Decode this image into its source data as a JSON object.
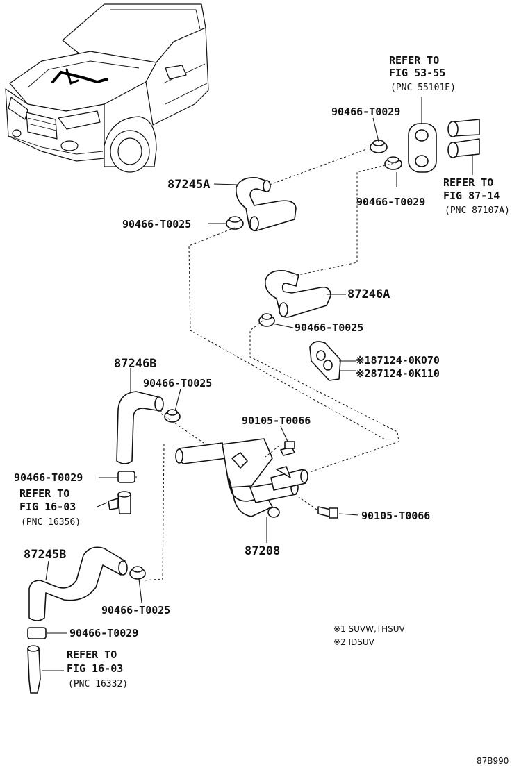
{
  "labels": {
    "hose_87245A": "87245A",
    "clamp_t0025_a": "90466-T0025",
    "clamp_t0029_a": "90466-T0029",
    "clamp_t0029_b": "90466-T0029",
    "refer_53_line1": "REFER TO",
    "refer_53_line2": "FIG 53-55",
    "refer_53_line3": "(PNC 55101E)",
    "refer_87_line1": "REFER TO",
    "refer_87_line2": "FIG 87-14",
    "refer_87_line3": "(PNC 87107A)",
    "hose_87246A": "87246A",
    "clamp_t0025_b": "90466-T0025",
    "grommet_1": "※187124-0K070",
    "grommet_2": "※287124-0K110",
    "hose_87246B": "87246B",
    "clamp_t0025_c": "90466-T0025",
    "bolt_a": "90105-T0066",
    "bolt_b": "90105-T0066",
    "valve_87208": "87208",
    "clamp_t0029_c": "90466-T0029",
    "refer_16a_line1": "REFER TO",
    "refer_16a_line2": "FIG 16-03",
    "refer_16a_line3": "(PNC 16356)",
    "hose_87245B": "87245B",
    "clamp_t0025_d": "90466-T0025",
    "clamp_t0029_d": "90466-T0029",
    "refer_16b_line1": "REFER TO",
    "refer_16b_line2": "FIG 16-03",
    "refer_16b_line3": "(PNC 16332)",
    "note_1": "※1 SUVW,THSUV",
    "note_2": "※2 IDSUV",
    "diagram_code": "87B990"
  }
}
